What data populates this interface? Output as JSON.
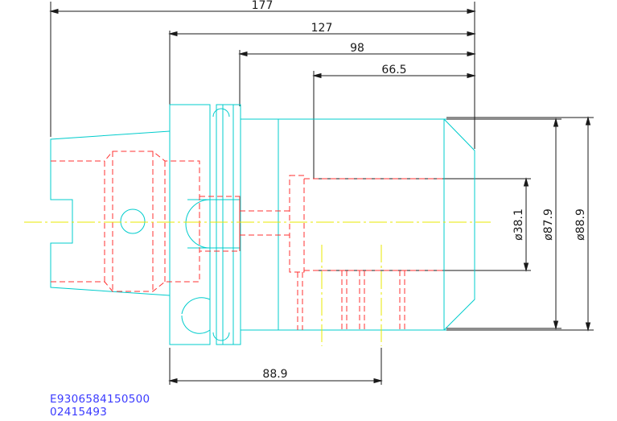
{
  "dimensions": {
    "horizontal": [
      {
        "value": "177"
      },
      {
        "value": "127"
      },
      {
        "value": "98"
      },
      {
        "value": "66.5"
      },
      {
        "value": "88.9"
      }
    ],
    "vertical": [
      {
        "value": "ø38.1"
      },
      {
        "value": "ø87.9"
      },
      {
        "value": "ø88.9"
      }
    ]
  },
  "codes": {
    "line1": "E9306584150500",
    "line2": "02415493"
  },
  "colors": {
    "outline": "#00cccc",
    "hidden": "#ff3030",
    "centerline": "#e8e800",
    "dimension": "#1a1a1a",
    "text_code": "#3a3aff"
  }
}
